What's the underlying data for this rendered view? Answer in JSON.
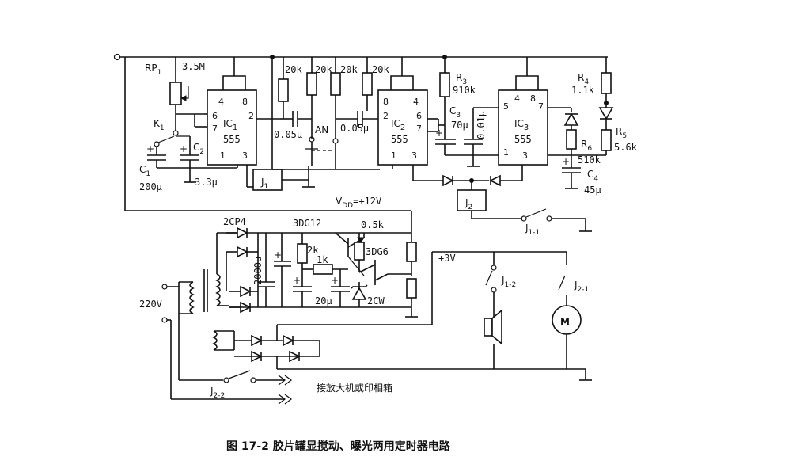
{
  "caption": "图 17-2   胶片罐显搅动、曝光两用定时器电路",
  "labels": {
    "rp1": "RP",
    "rp1_sub": "1",
    "rp1_val": "3.5M",
    "k1": "K",
    "k1_sub": "1",
    "c1": "C",
    "c1_sub": "1",
    "c1_val": "200μ",
    "c2": "C",
    "c2_sub": "2",
    "c2_val": "3.3μ",
    "ic1": "IC",
    "ic1_sub": "1",
    "ic1_type": "555",
    "ic2": "IC",
    "ic2_sub": "2",
    "ic2_type": "555",
    "ic3": "IC",
    "ic3_sub": "3",
    "ic3_type": "555",
    "j1": "J",
    "j1_sub": "1",
    "j2": "J",
    "j2_sub": "2",
    "r20k_1": "20k",
    "r20k_2": "20k",
    "r20k_3": "20k",
    "r20k_4": "20k",
    "c005_1": "0.05μ",
    "c005_2": "0.05μ",
    "an": "AN",
    "r3": "R",
    "r3_sub": "3",
    "r3_val": "910k",
    "c3": "C",
    "c3_sub": "3",
    "c3_val": "70μ",
    "c001": "0.01μ",
    "r4": "R",
    "r4_sub": "4",
    "r4_val": "1.1k",
    "r5": "R",
    "r5_sub": "5",
    "r5_val": "5.6k",
    "r6": "R",
    "r6_sub": "6",
    "r6_val": "510k",
    "c4": "C",
    "c4_sub": "4",
    "c4_val": "45μ",
    "vdd": "V",
    "vdd_sub": "DD",
    "vdd_val": "=+12V",
    "d2cp4": "2CP4",
    "c2000": "2000μ",
    "t3dg12": "3DG12",
    "r05k": "0.5k",
    "r2k": "2k",
    "r1k": "1k",
    "t3dg6": "3DG6",
    "c20": "20μ",
    "z2cw": "2CW",
    "v220": "220V",
    "p3v": "+3V",
    "j11": "J",
    "j11_sub": "1-1",
    "j12": "J",
    "j12_sub": "1-2",
    "j21": "J",
    "j21_sub": "2-1",
    "j22": "J",
    "j22_sub": "2-2",
    "motor": "M",
    "output": "接放大机或印相箱"
  },
  "pins": {
    "ic1": [
      "4",
      "8",
      "6",
      "7",
      "2",
      "1",
      "3"
    ],
    "ic2": [
      "8",
      "4",
      "2",
      "6",
      "7",
      "1",
      "3"
    ],
    "ic3": [
      "5",
      "4",
      "8",
      "7",
      "1",
      "3"
    ]
  }
}
